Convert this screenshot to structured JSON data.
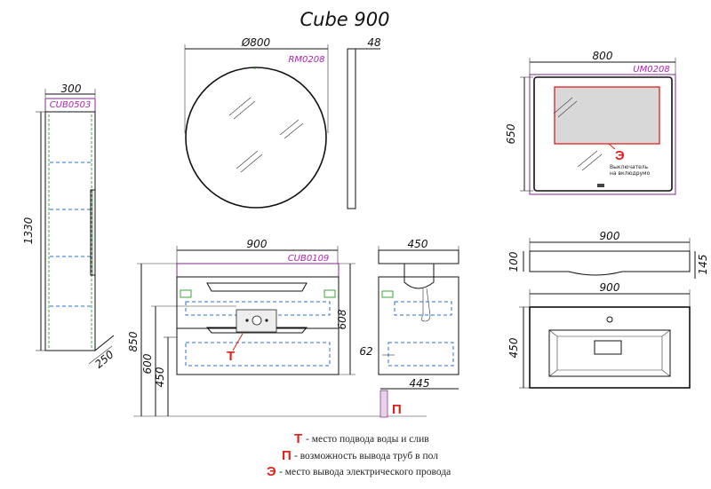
{
  "title": "Cube 900",
  "cabinet_tall": {
    "width": "300",
    "code": "CUB0503",
    "height": "1330",
    "depth": "250"
  },
  "mirror_round": {
    "diameter": "Ø800",
    "code": "RM0208",
    "thickness": "48"
  },
  "mirror_rect": {
    "width": "800",
    "code": "UM0208",
    "height": "650",
    "switch_text_1": "Выключатель",
    "switch_text_2": "на вклюдрумо"
  },
  "vanity_front": {
    "width": "900",
    "code": "CUB0109",
    "height_total": "850",
    "height_608": "608",
    "height_600": "600",
    "height_450": "450"
  },
  "vanity_side": {
    "depth": "450",
    "depth_445": "445",
    "offset_62": "62"
  },
  "basin_side": {
    "width": "900",
    "height_100": "100",
    "height_145": "145"
  },
  "basin_top": {
    "width": "900",
    "depth": "450"
  },
  "markers": {
    "t": "Т",
    "p": "П",
    "e": "Э"
  },
  "legend": [
    {
      "mark": "Т",
      "text": "- место подвода воды и слив"
    },
    {
      "mark": "П",
      "text": "- возможность вывода труб в пол"
    },
    {
      "mark": "Э",
      "text": "- место вывода электрического провода"
    }
  ]
}
